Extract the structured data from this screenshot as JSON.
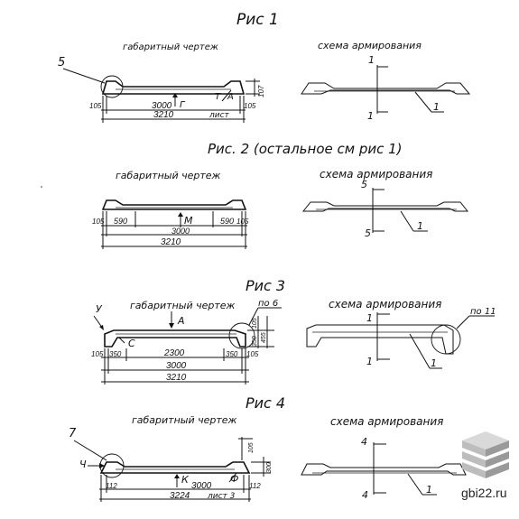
{
  "fig1": {
    "title": "Рис 1",
    "left_caption": "габаритный чертеж",
    "right_caption": "схема армирования",
    "callout": "5",
    "dims": {
      "end_l": "105",
      "mid": "3000",
      "total": "3210",
      "end_r": "105",
      "height": "107"
    },
    "letters": {
      "g": "Г",
      "t": "Т",
      "a": "А"
    },
    "sheet": "лист",
    "section": "1",
    "rebar": "1"
  },
  "fig2": {
    "title": "Рис. 2 (остальное см рис 1)",
    "left_caption": "габаритный чертеж",
    "right_caption": "схема армирования",
    "dims": {
      "end_l": "105",
      "side_l": "590",
      "mid": "3000",
      "side_r": "590",
      "end_r": "105",
      "total": "3210"
    },
    "letter": "М",
    "section": "5",
    "rebar": "1"
  },
  "fig3": {
    "title": "Рис 3",
    "left_caption": "габаритный чертеж",
    "right_caption": "схема армирования",
    "ref_left": "по 6",
    "ref_right": "по 11",
    "letters": {
      "y": "У",
      "a": "А",
      "c": "С"
    },
    "dims": {
      "end_l": "105",
      "side_l": "350",
      "inner": "2300",
      "side_r": "350",
      "end_r": "105",
      "mid": "3000",
      "total": "3210",
      "h1": "105",
      "h2": "350",
      "h3": "455"
    },
    "section": "1",
    "rebar": "1"
  },
  "fig4": {
    "title": "Рис 4",
    "left_caption": "габаритный чертеж",
    "right_caption": "схема армирования",
    "callout": "7",
    "letters": {
      "ch": "Ч",
      "k": "К",
      "f": "Ф"
    },
    "dims": {
      "end_l": "112",
      "mid": "3000",
      "total": "3224",
      "end_r": "112",
      "h1": "105",
      "h2": "300"
    },
    "sheet": "лист 3",
    "section": "4",
    "rebar": "1"
  },
  "watermark": "gbi22.ru",
  "colors": {
    "ink": "#111111",
    "logo_light": "#d9d9d9",
    "logo_mid": "#bdbdbd",
    "logo_dark": "#9a9a9a"
  }
}
